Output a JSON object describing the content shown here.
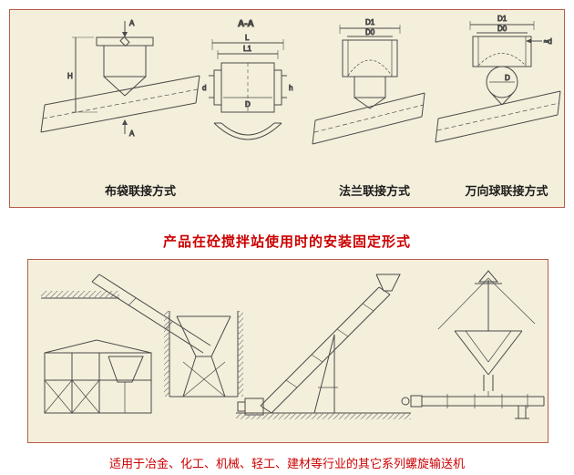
{
  "heading": {
    "text": "产品在砼搅拌站使用时的安装固定形式",
    "color": "#cc0000"
  },
  "caption": {
    "text": "适用于冶金、化工、机械、轻工、建材等行业的其它系列螺旋输送机",
    "color": "#cc0000"
  },
  "colors": {
    "panel_bg": "#f4efdb",
    "panel_border": "#b85b4a",
    "accent_red": "#cc0000",
    "drawing_line": "#4a4a4a"
  },
  "drawings": {
    "bag": {
      "label": "布袋联接方式",
      "dims": {
        "a_top": "A",
        "a_bottom": "A",
        "h": "H"
      }
    },
    "section": {
      "title": "A-A",
      "dims": {
        "l": "L",
        "l1": "L1",
        "d_small": "d",
        "h_small": "h",
        "d_dia": "D"
      }
    },
    "flange": {
      "label": "法兰联接方式",
      "dims": {
        "d1": "D1",
        "d0": "D0"
      }
    },
    "ball": {
      "label": "万向球联接方式",
      "dims": {
        "d1": "D1",
        "d0": "D0",
        "approx_d": "≈d",
        "d_ball": "D"
      }
    }
  }
}
